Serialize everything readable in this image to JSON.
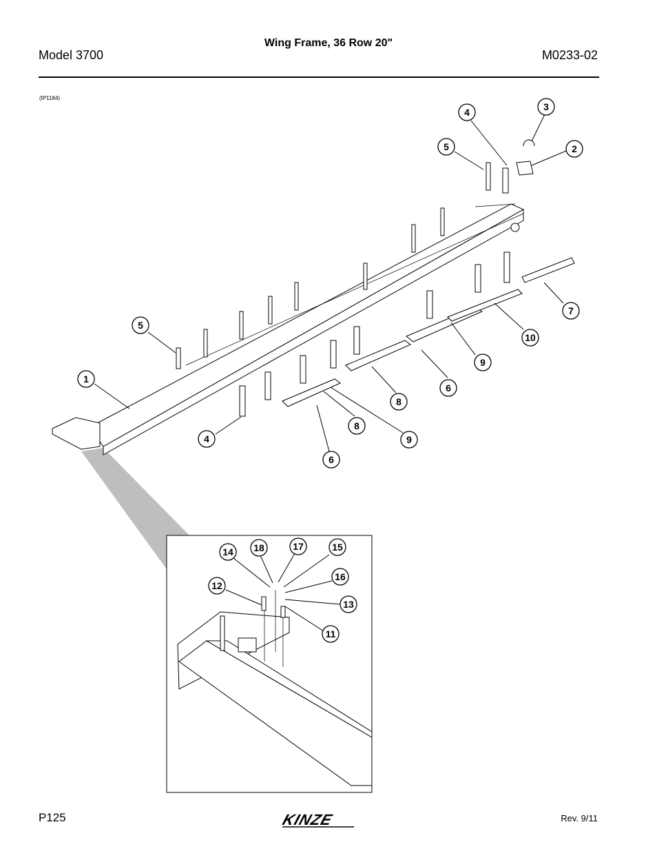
{
  "header": {
    "model": "Model 3700",
    "title": "Wing Frame, 36 Row 20\"",
    "doc_number": "M0233-02"
  },
  "illustration_ref": "(IP1184)",
  "footer": {
    "page": "P125",
    "revision": "Rev. 9/11",
    "brand": "KINZE"
  },
  "callouts": {
    "c1": "1",
    "c2": "2",
    "c3": "3",
    "c4a": "4",
    "c4b": "4",
    "c5a": "5",
    "c5b": "5",
    "c6a": "6",
    "c6b": "6",
    "c7": "7",
    "c8a": "8",
    "c8b": "8",
    "c9a": "9",
    "c9b": "9",
    "c10": "10",
    "c11": "11",
    "c12": "12",
    "c13": "13",
    "c14": "14",
    "c15": "15",
    "c16": "16",
    "c17": "17",
    "c18": "18"
  }
}
